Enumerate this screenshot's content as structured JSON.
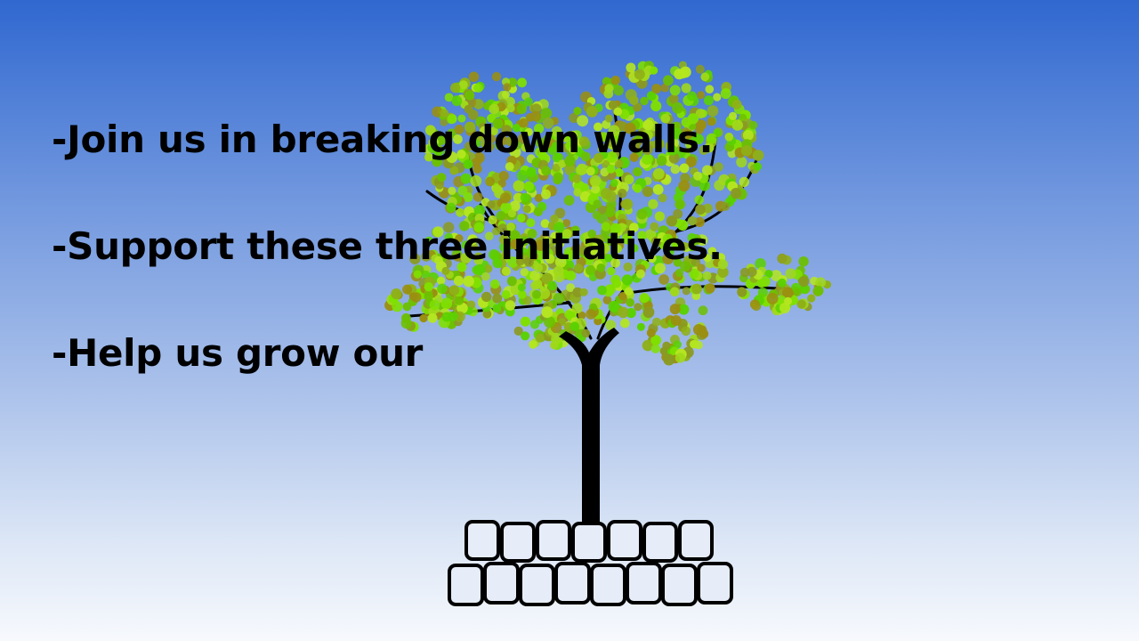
{
  "bullets": [
    {
      "text": "-Join us in breaking down walls."
    },
    {
      "text": "-Support these three initiatives."
    },
    {
      "text": "-Help us grow our"
    }
  ],
  "colors": {
    "background_top": "#3068d0",
    "background_bottom": "#f7f9fd",
    "trunk": "#000000",
    "brick_fill": "#e6edf8",
    "leaves": [
      "#7fe000",
      "#5ad100",
      "#8fb018",
      "#9a8f10",
      "#a0d81a",
      "#6cc000",
      "#b4e620",
      "#8a9a20"
    ]
  },
  "icons": {
    "tree": "tree-icon",
    "wall": "brick-wall-icon"
  }
}
